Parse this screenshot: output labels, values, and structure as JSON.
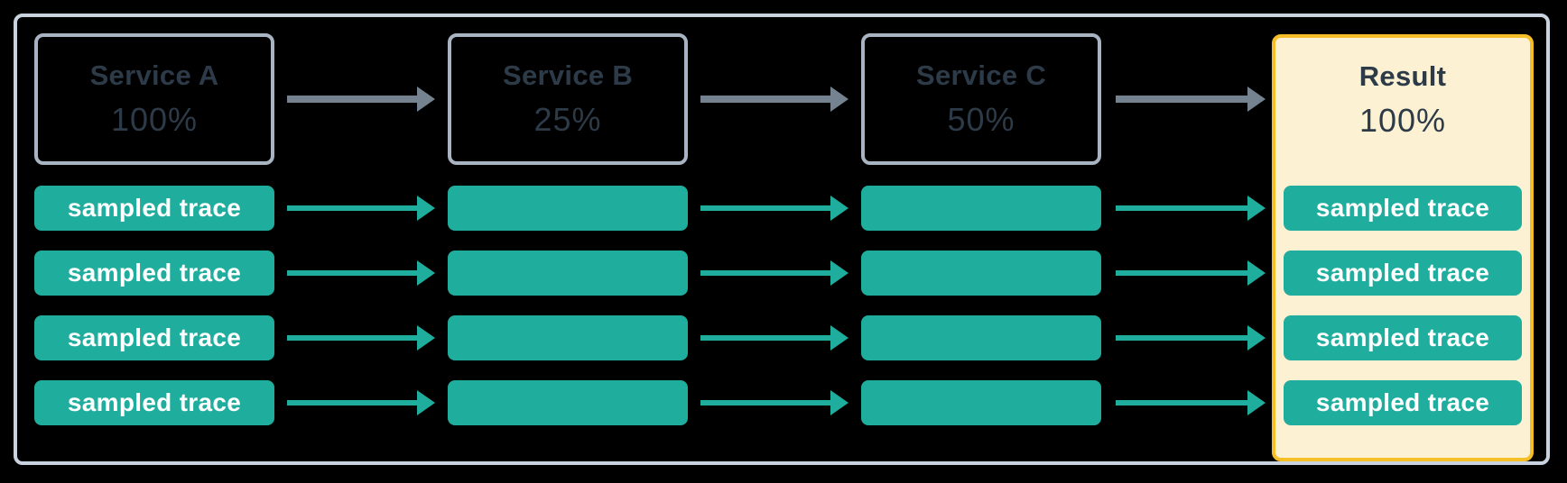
{
  "columns": [
    {
      "id": "service-a",
      "header": "Service A",
      "percent": "100%",
      "pills": [
        "sampled trace",
        "sampled trace",
        "sampled trace",
        "sampled trace"
      ]
    },
    {
      "id": "service-b",
      "header": "Service B",
      "percent": "25%",
      "pills": [
        "",
        "",
        "",
        ""
      ]
    },
    {
      "id": "service-c",
      "header": "Service C",
      "percent": "50%",
      "pills": [
        "",
        "",
        "",
        ""
      ]
    },
    {
      "id": "result",
      "header": "Result",
      "percent": "100%",
      "highlighted": true,
      "pills": [
        "sampled trace",
        "sampled trace",
        "sampled trace",
        "sampled trace"
      ]
    }
  ],
  "colors": {
    "background": "#000000",
    "frame_border": "#C9D3DF",
    "service_box_border": "#A9B4C3",
    "dark_text": "#2D3A48",
    "service_arrow": "#75828F",
    "trace_teal": "#1FAE9E",
    "pill_text": "#FFFFFF",
    "result_fill": "#FCF1D2",
    "result_border": "#F6BF27"
  }
}
